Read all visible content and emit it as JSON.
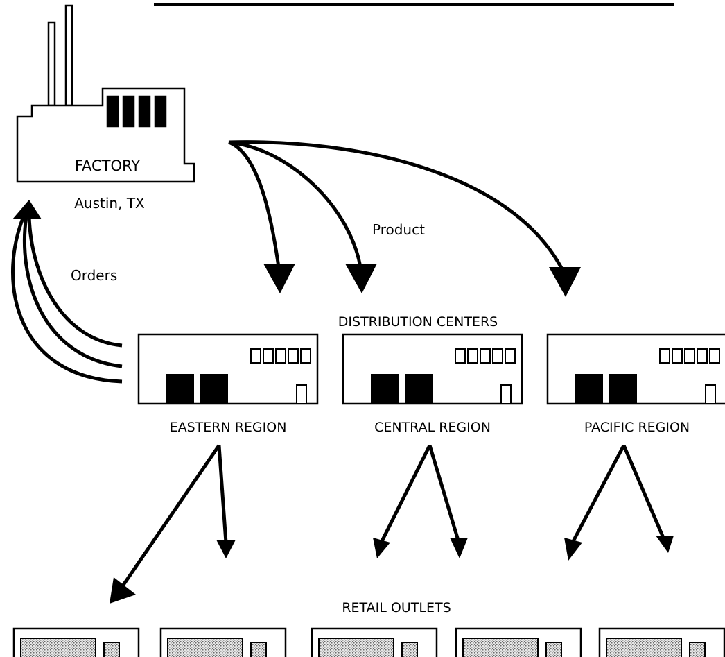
{
  "title": "",
  "labels": {
    "factory": "FACTORY",
    "factory_location": "Austin, TX",
    "product": "Product",
    "orders": "Orders",
    "distribution_centers": "DISTRIBUTION CENTERS",
    "retail_outlets": "RETAIL OUTLETS"
  },
  "regions": [
    {
      "name": "EASTERN REGION"
    },
    {
      "name": "CENTRAL REGION"
    },
    {
      "name": "PACIFIC REGION"
    }
  ],
  "retail_outlet_count": 5,
  "colors": {
    "ink": "#000000",
    "paper": "#ffffff",
    "shade": "#bdbdbd"
  }
}
